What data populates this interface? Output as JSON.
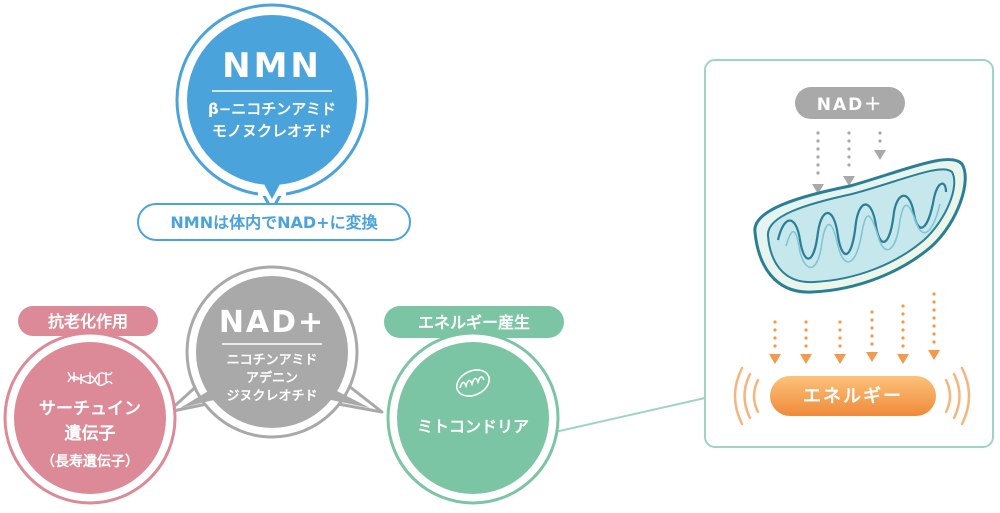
{
  "nmn": {
    "title": "NMN",
    "line1": "β−ニコチンアミド",
    "line2": "モノヌクレオチド"
  },
  "conversion_label": "NMNは体内でNAD+に変換",
  "nad": {
    "title": "NAD+",
    "line1": "ニコチンアミド",
    "line2": "アデニン",
    "line3": "ジヌクレオチド"
  },
  "anti_aging": {
    "tag": "抗老化作用",
    "line1": "サーチュイン",
    "line2": "遺伝子",
    "line3": "（長寿遺伝子）"
  },
  "energy_production": {
    "tag": "エネルギー産生",
    "label": "ミトコンドリア"
  },
  "panel": {
    "nad_label": "NAD＋",
    "energy_label": "エネルギー"
  },
  "colors": {
    "nmn_blue": "#4ba3dc",
    "nad_gray": "#a9a9a9",
    "aging_pink": "#dd8a98",
    "mito_green": "#7cc5a4",
    "energy_orange": "#f39a4c",
    "panel_border": "#9fd5c0"
  },
  "icons": [
    "dna-icon",
    "mitochondria-icon"
  ]
}
